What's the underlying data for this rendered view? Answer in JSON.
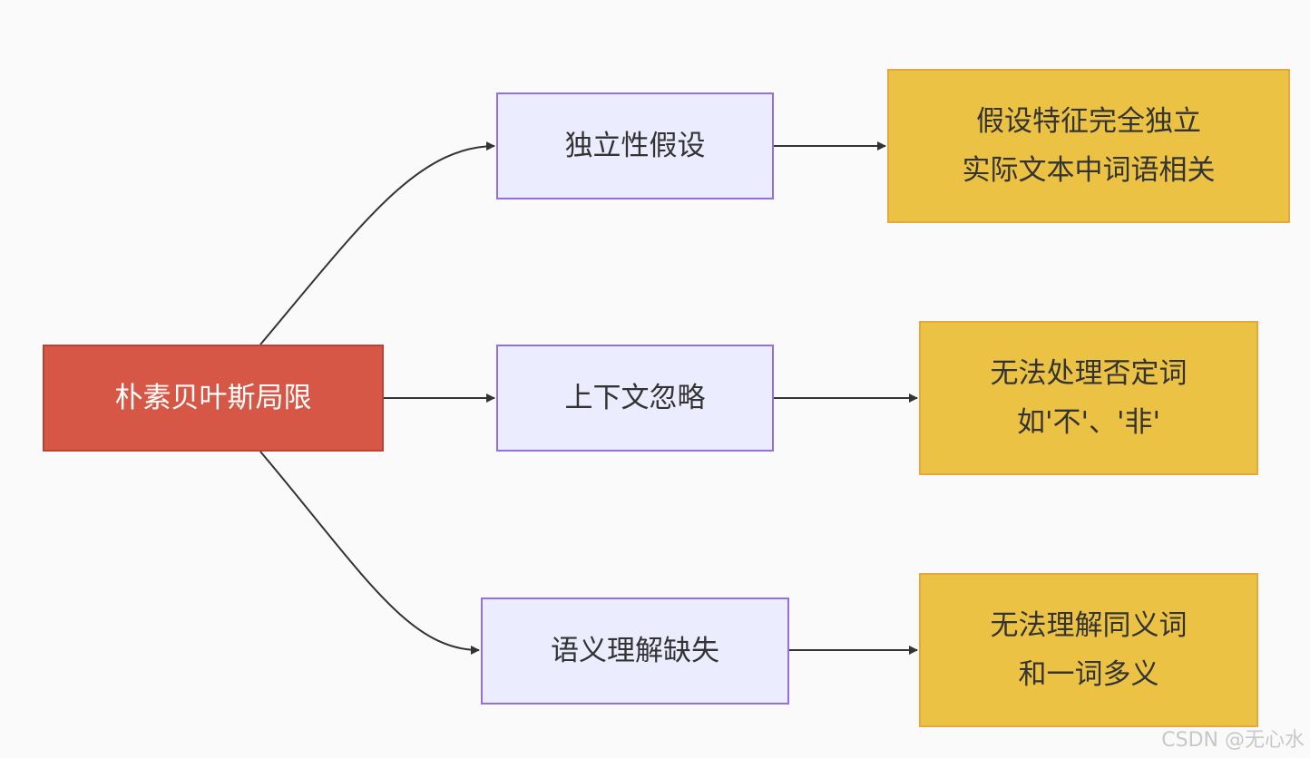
{
  "diagram": {
    "nodes": {
      "root": {
        "lines": [
          "朴素贝叶斯局限"
        ]
      },
      "independence": {
        "lines": [
          "独立性假设"
        ]
      },
      "context": {
        "lines": [
          "上下文忽略"
        ]
      },
      "semantics": {
        "lines": [
          "语义理解缺失"
        ]
      },
      "independence_detail": {
        "lines": [
          "假设特征完全独立",
          "实际文本中词语相关"
        ]
      },
      "context_detail": {
        "lines": [
          "无法处理否定词",
          "如'不'、'非'"
        ]
      },
      "semantics_detail": {
        "lines": [
          "无法理解同义词",
          "和一词多义"
        ]
      }
    },
    "edges": [
      {
        "from": "root",
        "to": "independence"
      },
      {
        "from": "root",
        "to": "context"
      },
      {
        "from": "root",
        "to": "semantics"
      },
      {
        "from": "independence",
        "to": "independence_detail"
      },
      {
        "from": "context",
        "to": "context_detail"
      },
      {
        "from": "semantics",
        "to": "semantics_detail"
      }
    ],
    "colors": {
      "root_fill": "#d65745",
      "mid_fill": "#ececff",
      "leaf_fill": "#ecc244",
      "edge": "#333333"
    }
  },
  "watermark": "CSDN @无心水"
}
